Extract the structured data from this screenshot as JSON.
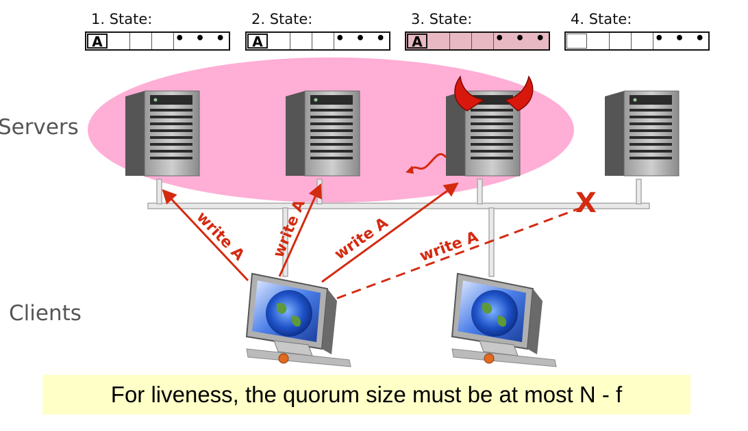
{
  "states": [
    {
      "title": "1. State:",
      "value": "A",
      "ellipsis": "• • •"
    },
    {
      "title": "2. State:",
      "value": "A",
      "ellipsis": "• • •"
    },
    {
      "title": "3. State:",
      "value": "A",
      "ellipsis": "• • •"
    },
    {
      "title": "4. State:",
      "value": "",
      "ellipsis": "• • •"
    }
  ],
  "labels": {
    "servers": "Servers",
    "clients": "Clients"
  },
  "arrows": [
    {
      "label": "write A"
    },
    {
      "label": "write A"
    },
    {
      "label": "write A"
    },
    {
      "label": "write A"
    }
  ],
  "failure_mark": "X",
  "caption": "For liveness, the quorum size must be at most N - f",
  "colors": {
    "quorum": "#ffaad4",
    "arrow": "#d42a10",
    "faulty_state": "#e8b9c2",
    "caption_bg": "#ffffc8"
  },
  "icons": [
    "server-icon",
    "client-computer-icon",
    "devil-horns-icon",
    "failure-x-icon"
  ]
}
